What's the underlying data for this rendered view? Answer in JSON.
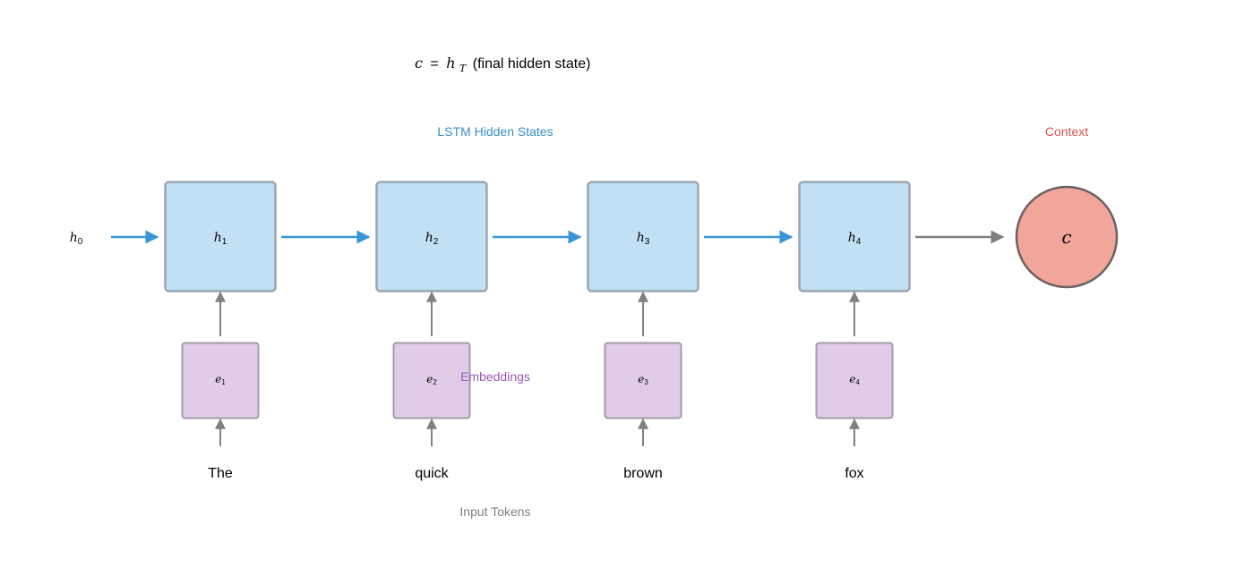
{
  "formula": {
    "lhs": "c",
    "equals": "=",
    "h": "h",
    "sub": "T",
    "note": "(final hidden state)"
  },
  "labels": {
    "hidden_states": "LSTM Hidden States",
    "context": "Context",
    "embeddings": "Embeddings",
    "input_tokens": "Input Tokens"
  },
  "initial_state": {
    "symbol": "h",
    "sub": "0"
  },
  "hidden": [
    {
      "symbol": "h",
      "sub": "1"
    },
    {
      "symbol": "h",
      "sub": "2"
    },
    {
      "symbol": "h",
      "sub": "3"
    },
    {
      "symbol": "h",
      "sub": "4"
    }
  ],
  "embeddings": [
    {
      "symbol": "e",
      "sub": "1"
    },
    {
      "symbol": "e",
      "sub": "2"
    },
    {
      "symbol": "e",
      "sub": "3"
    },
    {
      "symbol": "e",
      "sub": "4"
    }
  ],
  "tokens": [
    "The",
    "quick",
    "brown",
    "fox"
  ],
  "context_node": {
    "symbol": "c"
  },
  "colors": {
    "hidden_fill": "#c2e0f4",
    "hidden_stroke": "#9aa6b2",
    "embed_fill": "#e0cce8",
    "embed_stroke": "#a39aa8",
    "context_fill": "#f2a59a",
    "context_stroke": "#6b6262",
    "blue_arrow": "#3a95d6",
    "gray_arrow": "#808080",
    "label_blue": "#3a8fc9",
    "label_red": "#d9534f",
    "label_purple": "#9b59b6",
    "label_gray": "#808080"
  }
}
